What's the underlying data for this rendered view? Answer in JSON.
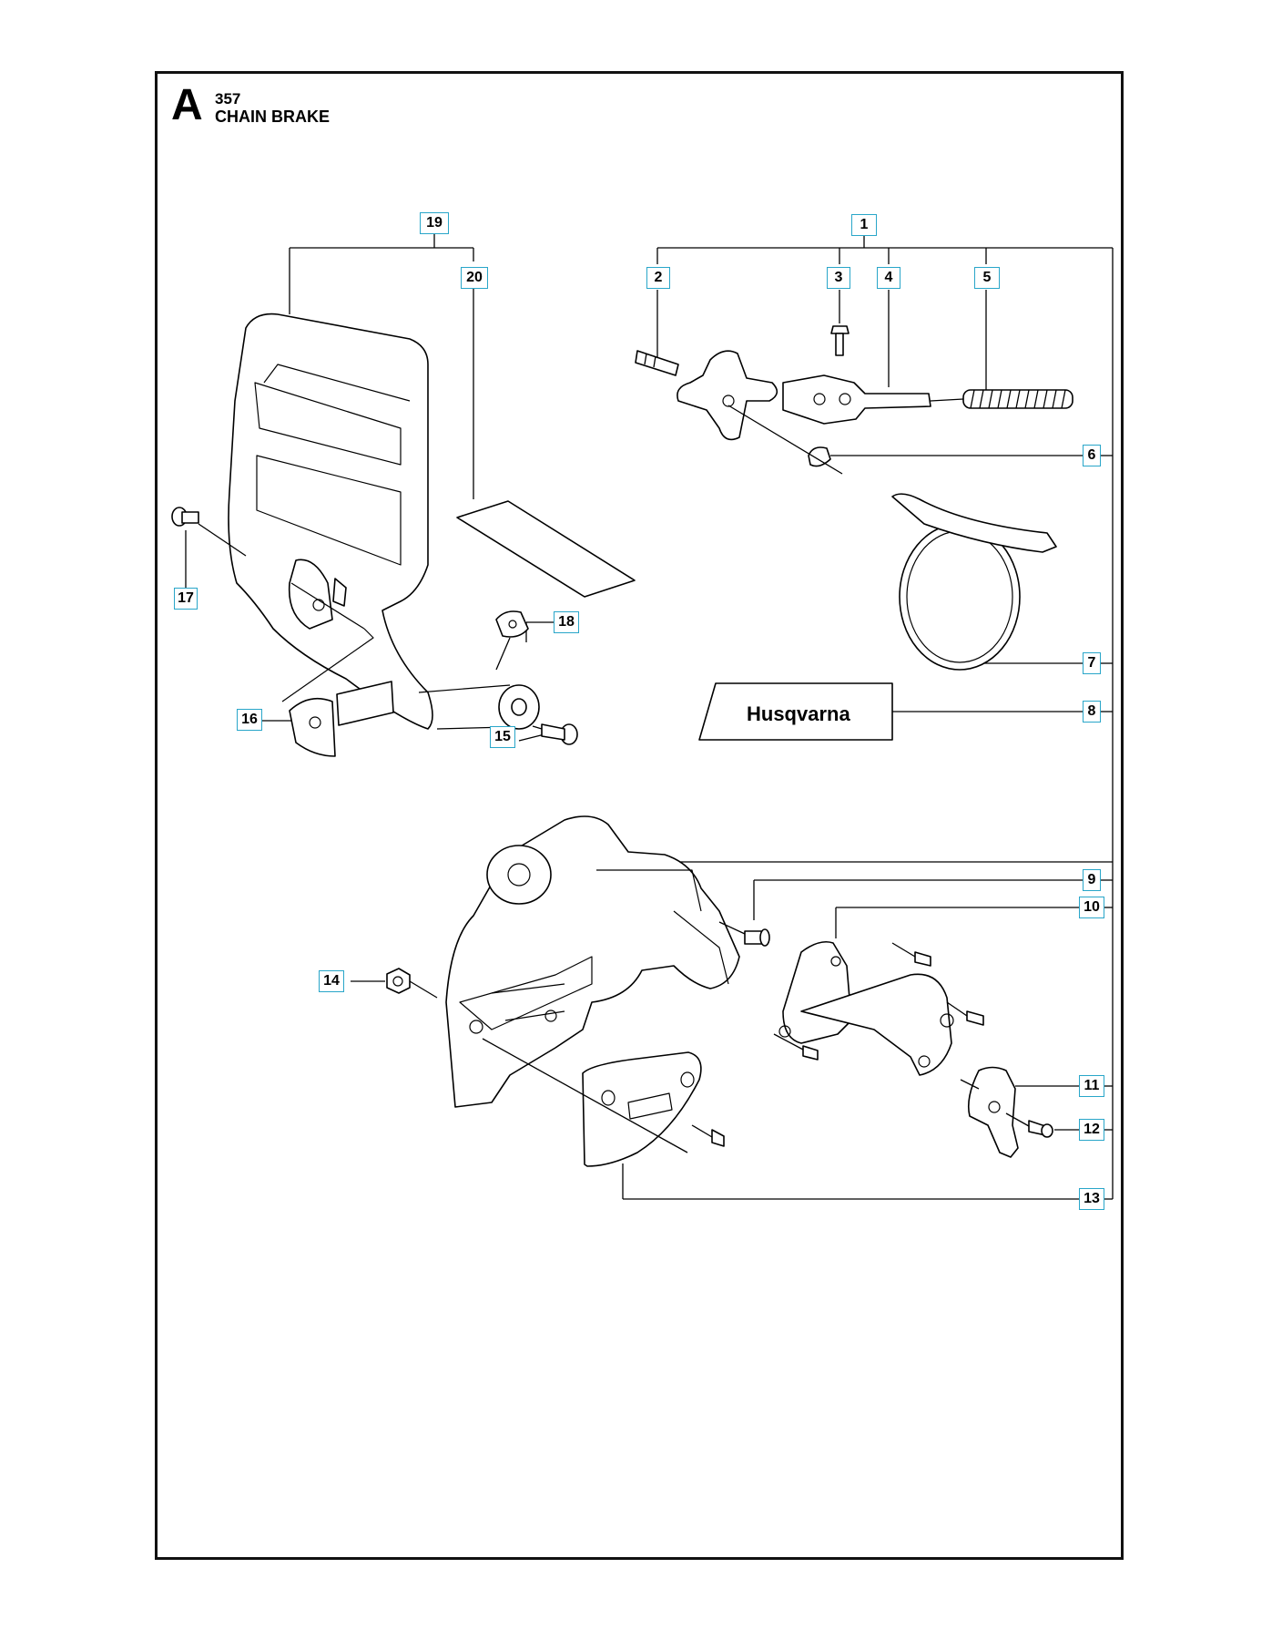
{
  "header": {
    "section_letter": "A",
    "model": "357",
    "title": "CHAIN BRAKE"
  },
  "brand": "Husqvarna",
  "callouts": {
    "c1": "1",
    "c2": "2",
    "c3": "3",
    "c4": "4",
    "c5": "5",
    "c6": "6",
    "c7": "7",
    "c8": "8",
    "c9": "9",
    "c10": "10",
    "c11": "11",
    "c12": "12",
    "c13": "13",
    "c14": "14",
    "c15": "15",
    "c16": "16",
    "c17": "17",
    "c18": "18",
    "c19": "19",
    "c20": "20"
  }
}
